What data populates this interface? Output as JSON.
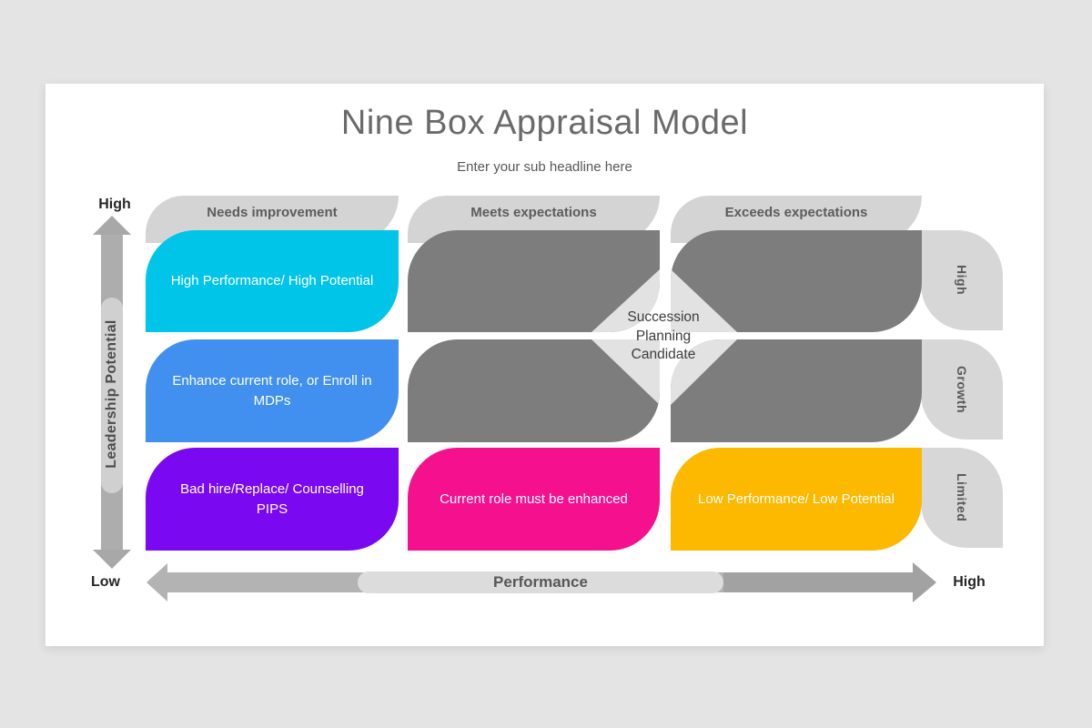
{
  "slide": {
    "title": "Nine Box Appraisal Model",
    "subtitle": "Enter your sub headline here"
  },
  "axes": {
    "y_label": "Leadership Potential",
    "y_high": "High",
    "y_low": "Low",
    "x_label": "Performance",
    "x_high": "High"
  },
  "columns": [
    "Needs improvement",
    "Meets expectations",
    "Exceeds expectations"
  ],
  "row_labels": [
    "High",
    "Growth",
    "Limited"
  ],
  "cells": {
    "r1c1": "High Performance/ High Potential",
    "r1c2": "",
    "r1c3": "",
    "r2c1": "Enhance current role, or Enroll in MDPs",
    "r2c2": "",
    "r2c3": "",
    "r3c1": "Bad hire/Replace/ Counselling PIPS",
    "r3c2": "Current role must be enhanced",
    "r3c3": "Low Performance/ Low Potential"
  },
  "center_label": "Succession\nPlanning\nCandidate",
  "colors": {
    "cyan": "#00C4E8",
    "blue": "#4190EF",
    "purple": "#7A08F0",
    "pink": "#F5108E",
    "yellow": "#FCB900",
    "box_gray": "#7D7D7D",
    "tab_gray": "#D7D7D7",
    "header_gray": "#D4D4D4",
    "diamond_gray": "#E2E2E2",
    "arrow_gray": "#ADADAD",
    "background": "#E4E4E4",
    "slide_white": "#FFFFFF",
    "cell_text": "#FFFFFF",
    "title_text": "#6A6A6A"
  }
}
